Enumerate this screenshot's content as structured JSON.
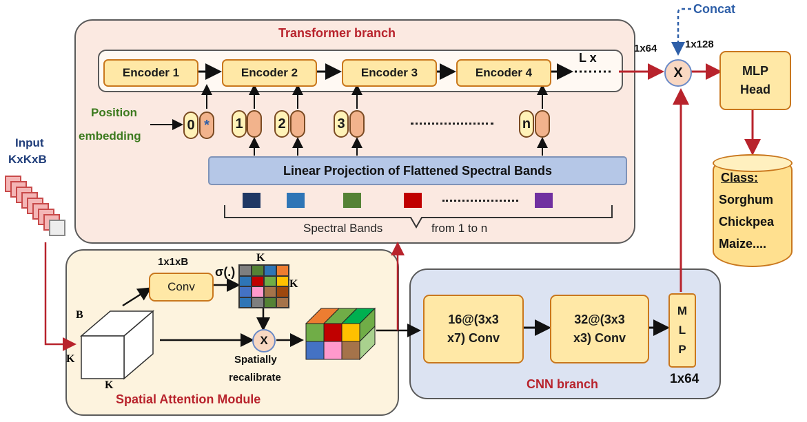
{
  "transformer": {
    "title": "Transformer branch",
    "encoders": [
      "Encoder 1",
      "Encoder 2",
      "Encoder 3",
      "Encoder 4"
    ],
    "lx": "L x",
    "position_embedding_line1": "Position",
    "position_embedding_line2": "embedding",
    "tokens": [
      "0",
      "*",
      "1",
      "2",
      "3",
      "n"
    ],
    "projection": "Linear Projection of Flattened Spectral Bands",
    "bands_label": "Spectral Bands",
    "bands_range": "from 1 to n",
    "band_colors": [
      "#1f3864",
      "#2e75b6",
      "#548235",
      "#c00000",
      "#7030a0"
    ]
  },
  "input": {
    "line1": "Input",
    "line2": "KxKxB"
  },
  "concat": {
    "label": "Concat",
    "dim_left": "1x64",
    "dim_right": "1x128",
    "op": "X"
  },
  "mlp_head": {
    "line1": "MLP",
    "line2": "Head"
  },
  "classes": {
    "title": "Class:",
    "items": [
      "Sorghum",
      "Chickpea",
      "Maize...."
    ]
  },
  "sam": {
    "title": "Spatial Attention Module",
    "conv_dim": "1x1xB",
    "conv": "Conv",
    "sigma": "σ(.)",
    "k_top": "K",
    "k_right": "K",
    "cube_b": "B",
    "cube_k_left": "K",
    "cube_k_bottom": "K",
    "op": "X",
    "recal_line1": "Spatially",
    "recal_line2": "recalibrate",
    "grid_colors": [
      "#7f7f7f",
      "#548235",
      "#2e75b6",
      "#ed7d31",
      "#2e75b6",
      "#c00000",
      "#70ad47",
      "#ffc000",
      "#4472c4",
      "#ff99cc",
      "#a5734a",
      "#9e480e",
      "#2e75b6",
      "#7f7f7f",
      "#548235",
      "#a5734a"
    ]
  },
  "cnn": {
    "title": "CNN branch",
    "conv1_line1": "16@(3x3",
    "conv1_line2": "x7) Conv",
    "conv2_line1": "32@(3x3",
    "conv2_line2": "x3) Conv",
    "mlp_letters": [
      "M",
      "L",
      "P"
    ],
    "mlp_dim": "1x64"
  }
}
